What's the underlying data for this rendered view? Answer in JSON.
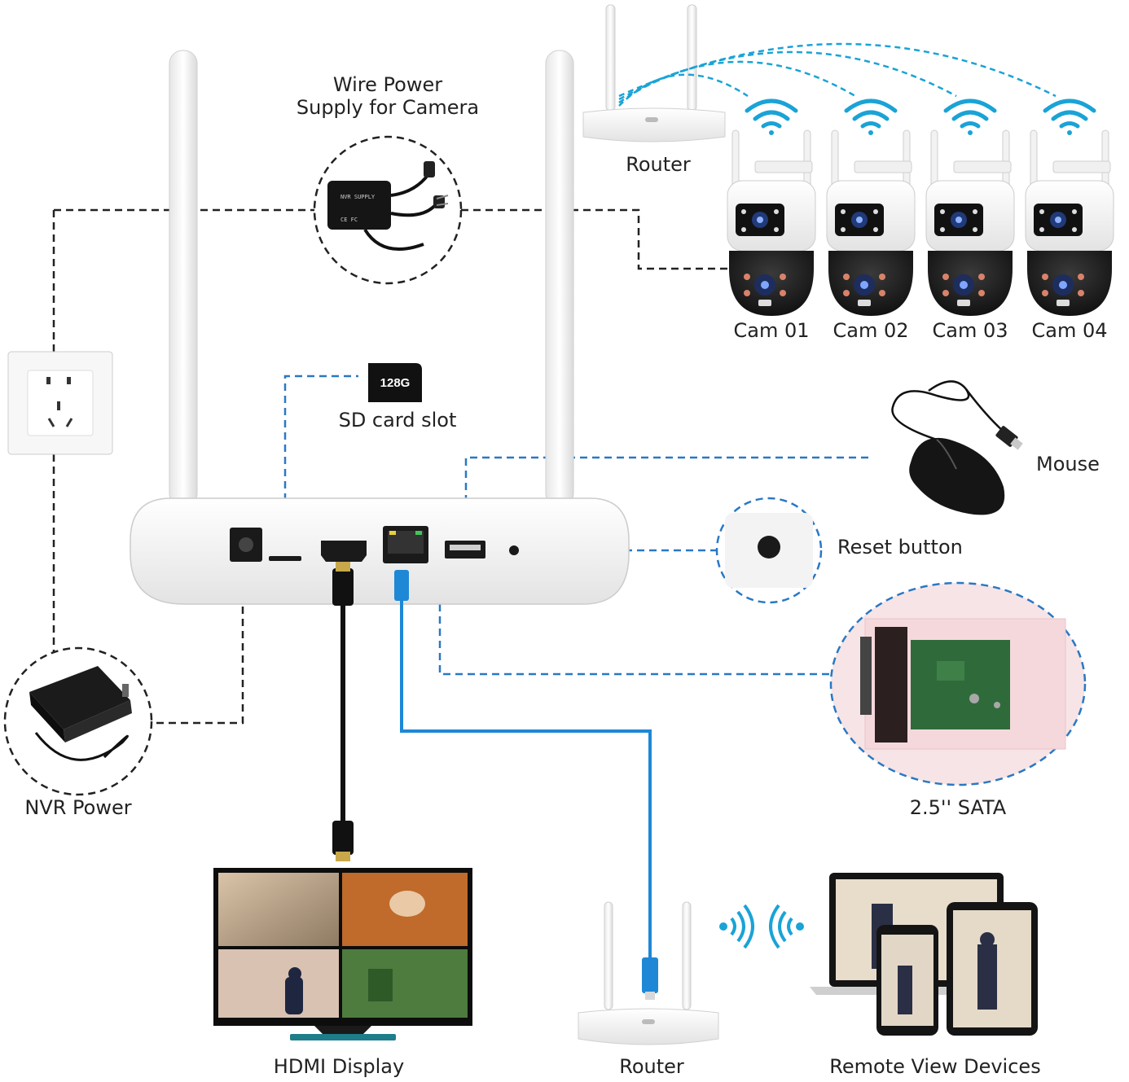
{
  "labels": {
    "wire_power_line1": "Wire Power",
    "wire_power_line2": "Supply for Camera",
    "router_top": "Router",
    "cams": [
      "Cam 01",
      "Cam 02",
      "Cam 03",
      "Cam 04"
    ],
    "sd_card_slot": "SD card slot",
    "sd_card_capacity": "128G",
    "mouse": "Mouse",
    "reset_button": "Reset button",
    "nvr_power": "NVR Power",
    "sata": "2.5'' SATA",
    "hdmi_display": "HDMI Display",
    "router_bottom": "Router",
    "remote_view_devices": "Remote View Devices"
  },
  "adapter_marking": "CE FC",
  "colors": {
    "dashed_black": "#222222",
    "dashed_blue": "#2a78c4",
    "ethernet_cable": "#1e88d6",
    "wifi_signal": "#1aa3d6",
    "device_white": "#f4f4f4",
    "camera_black": "#1a1a1a",
    "sata_pink": "#f7e4e6",
    "pcb_green": "#2f6b3a"
  },
  "icons": {
    "nvr": "nvr-icon",
    "router": "router-icon",
    "camera": "ptz-camera-icon",
    "wifi": "wifi-icon",
    "mouse": "mouse-icon",
    "sd_card": "sd-card-icon",
    "power_adapter": "power-adapter-icon",
    "wall_socket": "wall-socket-icon",
    "monitor": "monitor-icon",
    "laptop": "laptop-icon",
    "phone": "phone-icon",
    "tablet": "tablet-icon"
  }
}
